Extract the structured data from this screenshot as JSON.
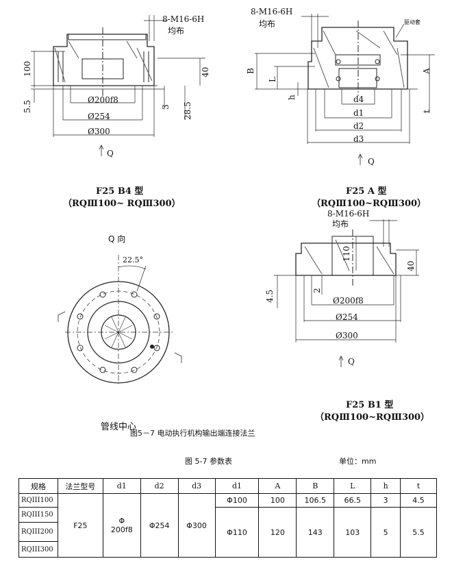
{
  "drawing_b4": {
    "thread_note": "8-M16-6H",
    "thread_note_sub": "均布",
    "dims": {
      "height_100": "100",
      "t_5_5": "5.5",
      "h_40": "40",
      "h_3": "3",
      "h_28_5": "28.5",
      "d_200f8": "Ø200f8",
      "d_254": "Ø254",
      "d_300": "Ø300"
    },
    "view_arrow": "Q",
    "title": "F25    B4 型",
    "subtitle": "（RQⅢ100~ RQⅢ300）"
  },
  "drawing_a": {
    "thread_note": "8-M16-6H",
    "thread_note_sub": "均布",
    "part_label": "驱动套",
    "dims": {
      "B": "B",
      "L": "L",
      "h": "h",
      "A": "A",
      "t": "t",
      "d4": "d4",
      "d1": "d1",
      "d2": "d2",
      "d3": "d3"
    },
    "view_arrow": "Q",
    "title": "F25    A 型",
    "subtitle": "（RQⅢ100~RQⅢ300）"
  },
  "drawing_b1": {
    "thread_note": "8-M16-6H",
    "thread_note_sub": "均布",
    "dims": {
      "h_110": "110",
      "h_40": "40",
      "t_4_5": "4.5",
      "h_2": "2",
      "d_200f8": "Ø200f8",
      "d_254": "Ø254",
      "d_300": "Ø300"
    },
    "view_arrow": "Q",
    "title": "F25    B1 型",
    "subtitle": "（RQⅢ100~RQⅢ300）"
  },
  "q_view": {
    "title": "Q 向",
    "angle": "22.5°",
    "pipeline_label": "管线中心"
  },
  "figure_caption": "图5－7   电动执行机构输出端连接法兰",
  "table_title": "图 5-7 参数表",
  "unit": "单位：mm",
  "table": {
    "headers": [
      "规格",
      "法兰型号",
      "d1",
      "d2",
      "d3",
      "d1",
      "A",
      "B",
      "L",
      "h",
      "t"
    ],
    "models": [
      "RQIII100",
      "RQIII150",
      "RQIII200",
      "RQIII300"
    ],
    "flange": "F25",
    "d1_phi": "Φ",
    "d1_val": "200f8",
    "d2": "Φ254",
    "d3": "Φ300",
    "row_small": {
      "d1": "Φ100",
      "A": "100",
      "B": "106.5",
      "L": "66.5",
      "h": "3",
      "t": "4.5"
    },
    "row_large": {
      "d1": "Φ110",
      "A": "120",
      "B": "143",
      "L": "103",
      "h": "5",
      "t": "5.5"
    }
  }
}
